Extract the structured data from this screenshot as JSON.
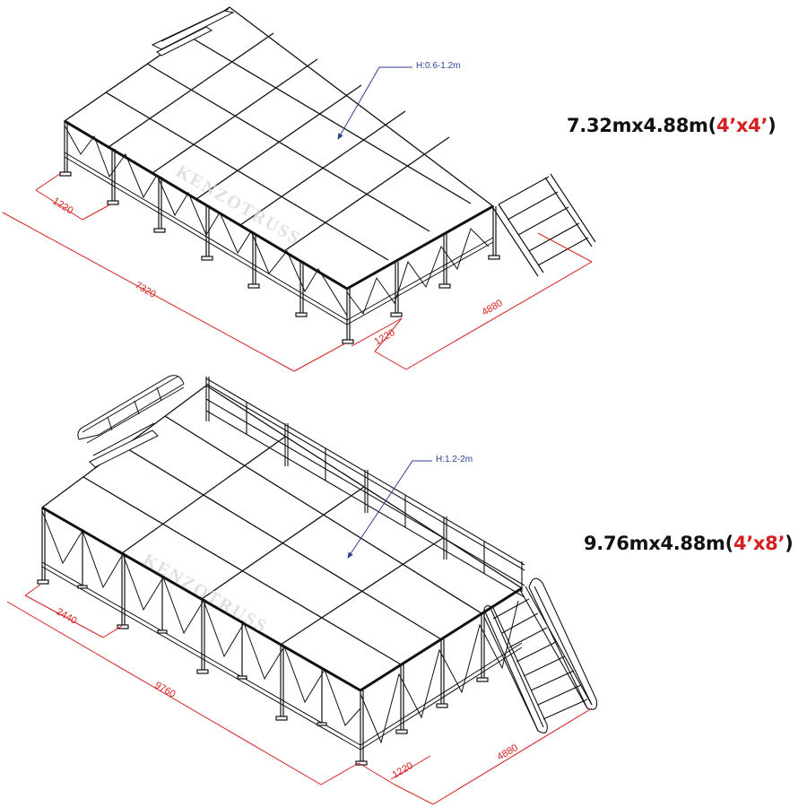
{
  "figures": [
    {
      "id": "stage-small",
      "size_label": "7.32mx4.88m(",
      "panel_label": "4’x4’",
      "size_label_end": ")",
      "height_note": "H:0.6-1.2m",
      "dimensions": {
        "panel_width": "1220",
        "total_length": "7320",
        "total_depth": "4880",
        "depth_panel": "1220"
      },
      "grid": {
        "long_panels": 6,
        "short_panels": 4
      },
      "watermark": "KENZOTRUSS"
    },
    {
      "id": "stage-large",
      "size_label": "9.76mx4.88m(",
      "panel_label": "4’x8’",
      "size_label_end": ")",
      "height_note": "H:1.2-2m",
      "dimensions": {
        "panel_width": "2440",
        "total_length": "9760",
        "total_depth": "4880",
        "depth_panel": "1220"
      },
      "grid": {
        "long_panels": 4,
        "short_panels": 4
      },
      "watermark": "KENZOTRUSS"
    }
  ],
  "colors": {
    "line": "#111111",
    "dimension": "#d42020",
    "annotation": "#2b3f94",
    "accent_text": "#d42020"
  }
}
